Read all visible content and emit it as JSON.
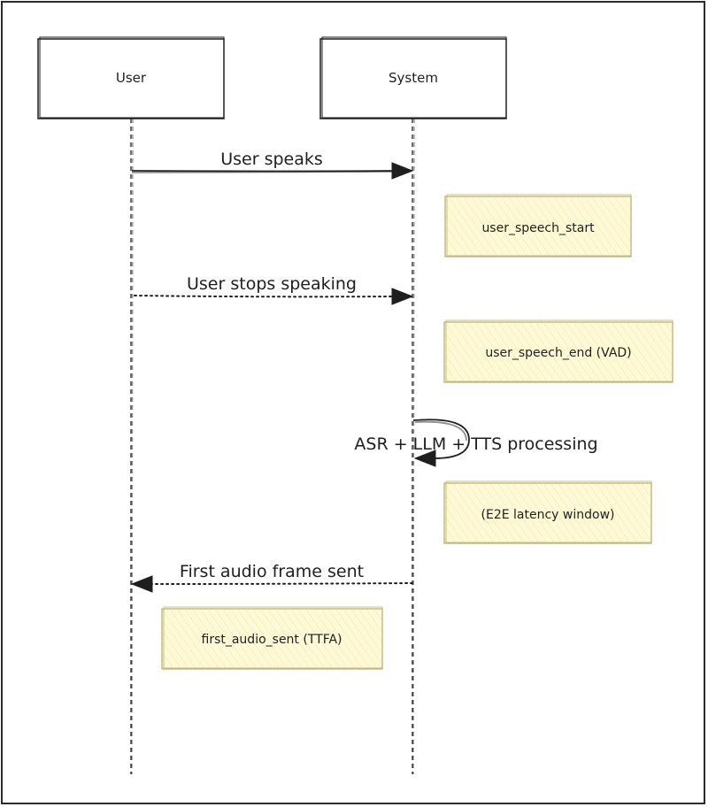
{
  "actors": {
    "user": "User",
    "system": "System"
  },
  "messages": {
    "user_speaks": "User speaks",
    "user_stops": "User stops speaking",
    "processing": "ASR + LLM + TTS processing",
    "first_audio": "First audio frame sent"
  },
  "notes": {
    "speech_start": "user_speech_start",
    "speech_end": "user_speech_end (VAD)",
    "latency_window": "(E2E latency window)",
    "first_audio_sent": "first_audio_sent (TTFA)"
  },
  "colors": {
    "note_fill": "#fff9d6",
    "note_stroke": "#b9b276",
    "ink": "#1e1e1e"
  }
}
